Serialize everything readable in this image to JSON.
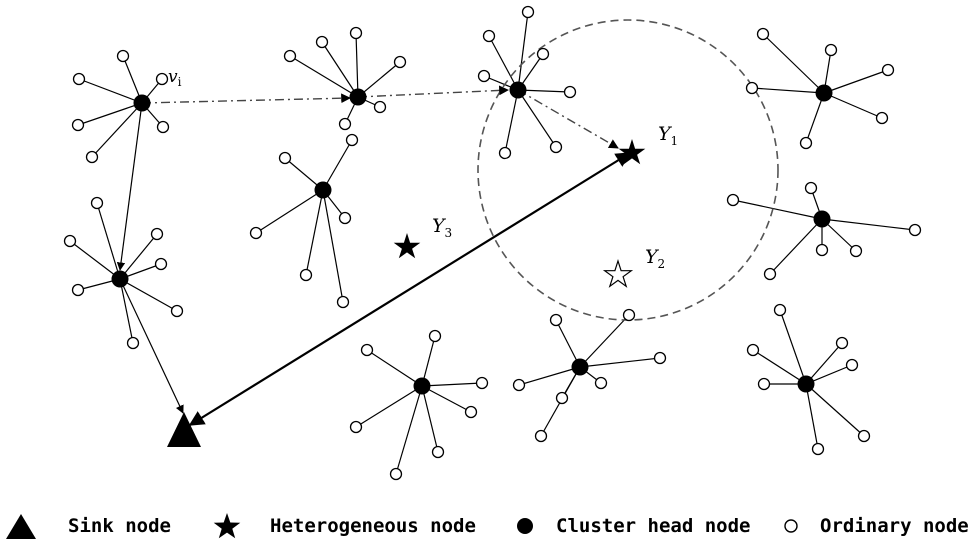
{
  "diagram": {
    "labels": {
      "vi": {
        "base": "v",
        "sub": "i"
      },
      "y1": {
        "base": "Y",
        "sub": "1"
      },
      "y2": {
        "base": "Y",
        "sub": "2"
      },
      "y3": {
        "base": "Y",
        "sub": "3"
      }
    }
  },
  "legend": {
    "sink": "Sink node",
    "heterogeneous": "Heterogeneous node",
    "cluster_head": "Cluster head node",
    "ordinary": "Ordinary node"
  }
}
